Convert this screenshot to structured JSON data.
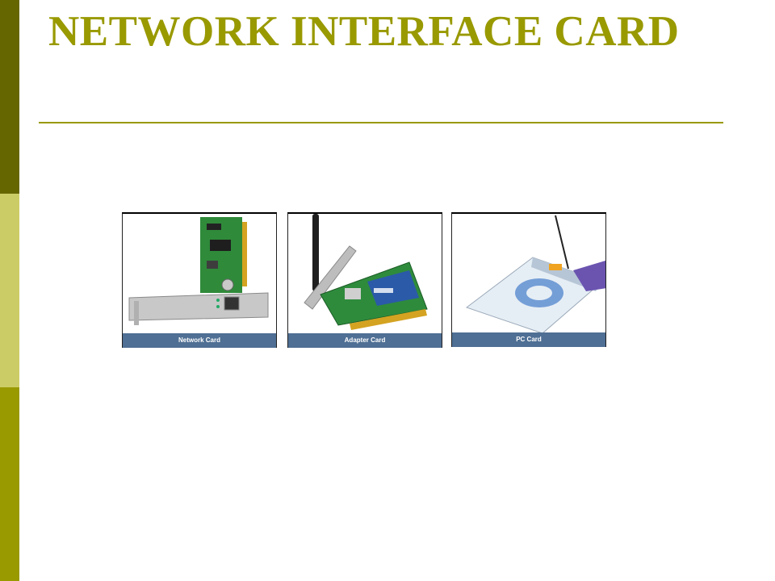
{
  "slide": {
    "title": "NETWORK INTERFACE CARD",
    "accent_color": "#999900",
    "sidebar_colors": [
      "#666600",
      "#cccc66",
      "#999900"
    ]
  },
  "images": [
    {
      "caption": "Network Card",
      "icon": "nic-card-image"
    },
    {
      "caption": "Adapter Card",
      "icon": "wireless-pci-adapter-image"
    },
    {
      "caption": "PC Card",
      "icon": "pcmcia-card-image"
    }
  ]
}
